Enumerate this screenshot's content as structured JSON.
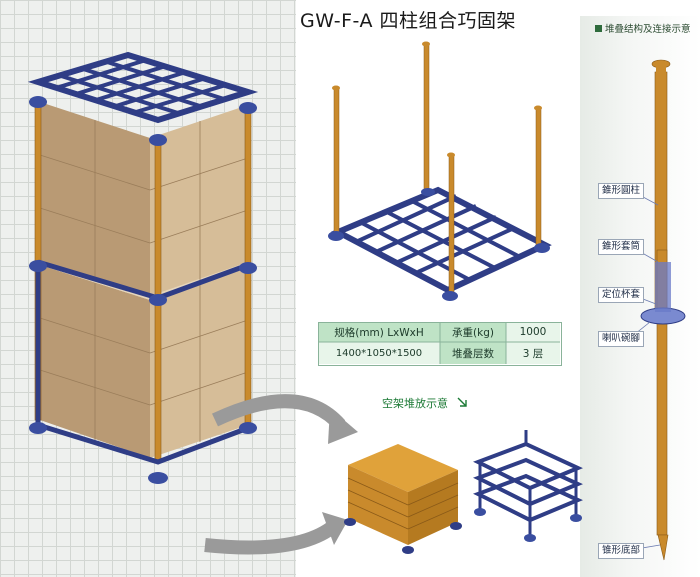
{
  "title": "GW-F-A  四柱组合巧固架",
  "diagram_caption": "堆叠结构及连接示意",
  "parts": {
    "cone_post": "錐形圓柱",
    "cone_sleeve": "錐形套筒",
    "cup_sleeve": "定位杯套",
    "trumpet_foot": "喇叭碗腳",
    "cone_bottom": "锥形底部"
  },
  "spec": {
    "size_label": "规格(mm)  LxWxH",
    "size_value": "1400*1050*1500",
    "load_label": "承重(kg)",
    "load_value": "1000",
    "layers_label": "堆叠层数",
    "layers_value": "3 层"
  },
  "stack_caption": "空架堆放示意",
  "colors": {
    "frame_blue": "#2f3d86",
    "post_orange": "#c98a2c",
    "box_tan": "#c8ae8a",
    "table_green": "#bfe3c6",
    "table_green_dark": "#2e6b3c"
  }
}
